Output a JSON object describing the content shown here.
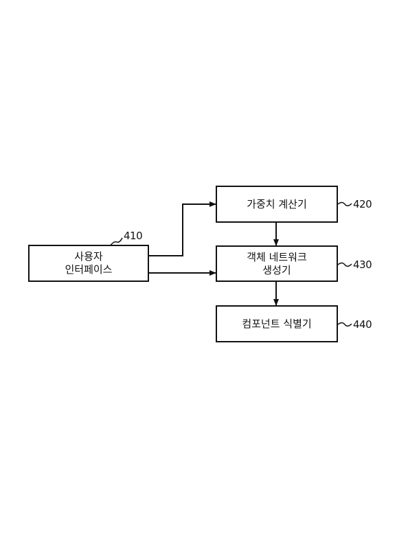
{
  "blocks": {
    "user_interface": {
      "line1": "사용자",
      "line2": "인터페이스",
      "ref": "410"
    },
    "weight_calculator": {
      "label": "가중치 계산기",
      "ref": "420"
    },
    "object_network_generator": {
      "line1": "객체 네트워크",
      "line2": "생성기",
      "ref": "430"
    },
    "component_identifier": {
      "label": "컴포넌트 식별기",
      "ref": "440"
    }
  },
  "colors": {
    "line": "#111111",
    "background": "#ffffff"
  }
}
